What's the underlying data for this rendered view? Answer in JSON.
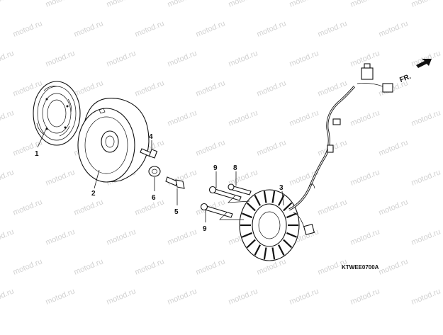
{
  "watermark": "motod.ru",
  "direction_label": "FR.",
  "diagram_code": "KTWEE0700A",
  "callouts": [
    {
      "id": "c1",
      "label": "1"
    },
    {
      "id": "c2",
      "label": "2"
    },
    {
      "id": "c3",
      "label": "3"
    },
    {
      "id": "c4",
      "label": "4"
    },
    {
      "id": "c5",
      "label": "5"
    },
    {
      "id": "c6",
      "label": "6"
    },
    {
      "id": "c8",
      "label": "8"
    },
    {
      "id": "c9a",
      "label": "9"
    },
    {
      "id": "c9b",
      "label": "9"
    }
  ]
}
